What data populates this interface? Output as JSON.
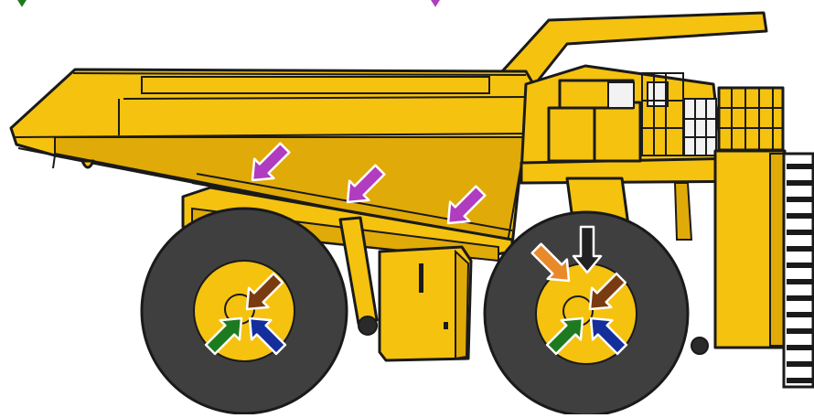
{
  "diagram": {
    "subject": "mining-haul-truck",
    "colors": {
      "body": "#f5c20f",
      "body_shade": "#e0aa08",
      "outline": "#1a1a1a",
      "tire": "#3f3f3f",
      "hub": "#f5c20f",
      "window": "#f2f2f2",
      "magenta_arrow": "#b03cc0",
      "brown_arrow": "#7a3b10",
      "green_arrow": "#1e7a1e",
      "blue_arrow": "#142e9c",
      "orange_arrow": "#e8892a",
      "black_arrow": "#222222"
    },
    "indicators": [
      {
        "name": "top-left-marker",
        "color": "green"
      },
      {
        "name": "top-middle-marker",
        "color": "magenta"
      },
      {
        "name": "body-pivot-arrow-1",
        "color": "magenta"
      },
      {
        "name": "body-pivot-arrow-2",
        "color": "magenta"
      },
      {
        "name": "body-pivot-arrow-3",
        "color": "magenta"
      },
      {
        "name": "rear-hub-brown-arrow",
        "color": "brown"
      },
      {
        "name": "rear-hub-green-arrow",
        "color": "green"
      },
      {
        "name": "rear-hub-blue-arrow",
        "color": "blue"
      },
      {
        "name": "front-wheel-orange-arrow",
        "color": "orange"
      },
      {
        "name": "front-wheel-black-arrow",
        "color": "black"
      },
      {
        "name": "front-hub-brown-arrow",
        "color": "brown"
      },
      {
        "name": "front-hub-green-arrow",
        "color": "green"
      },
      {
        "name": "front-hub-blue-arrow",
        "color": "blue"
      }
    ]
  }
}
